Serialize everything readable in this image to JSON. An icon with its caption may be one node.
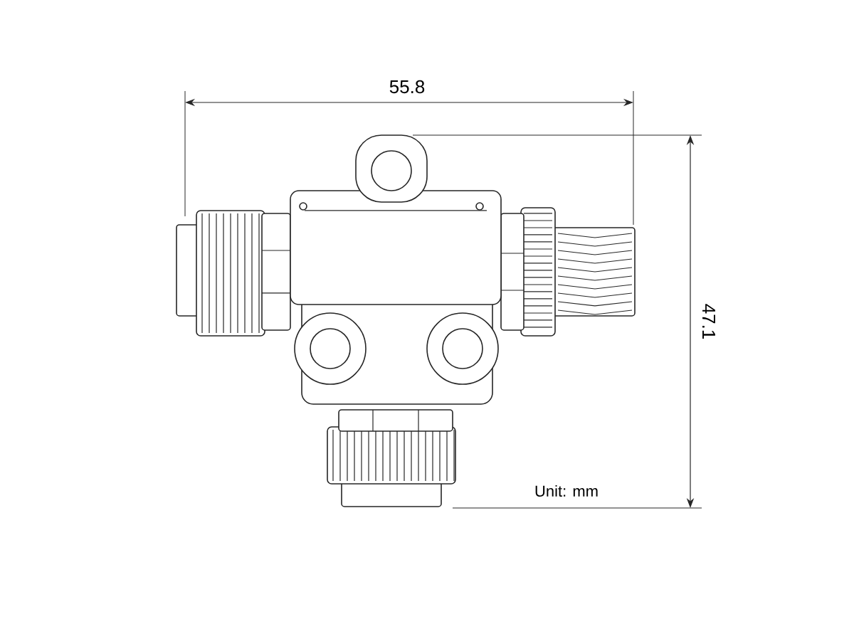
{
  "diagram": {
    "labels": [
      "55.8",
      "47.1",
      "Unit: mm"
    ]
  }
}
